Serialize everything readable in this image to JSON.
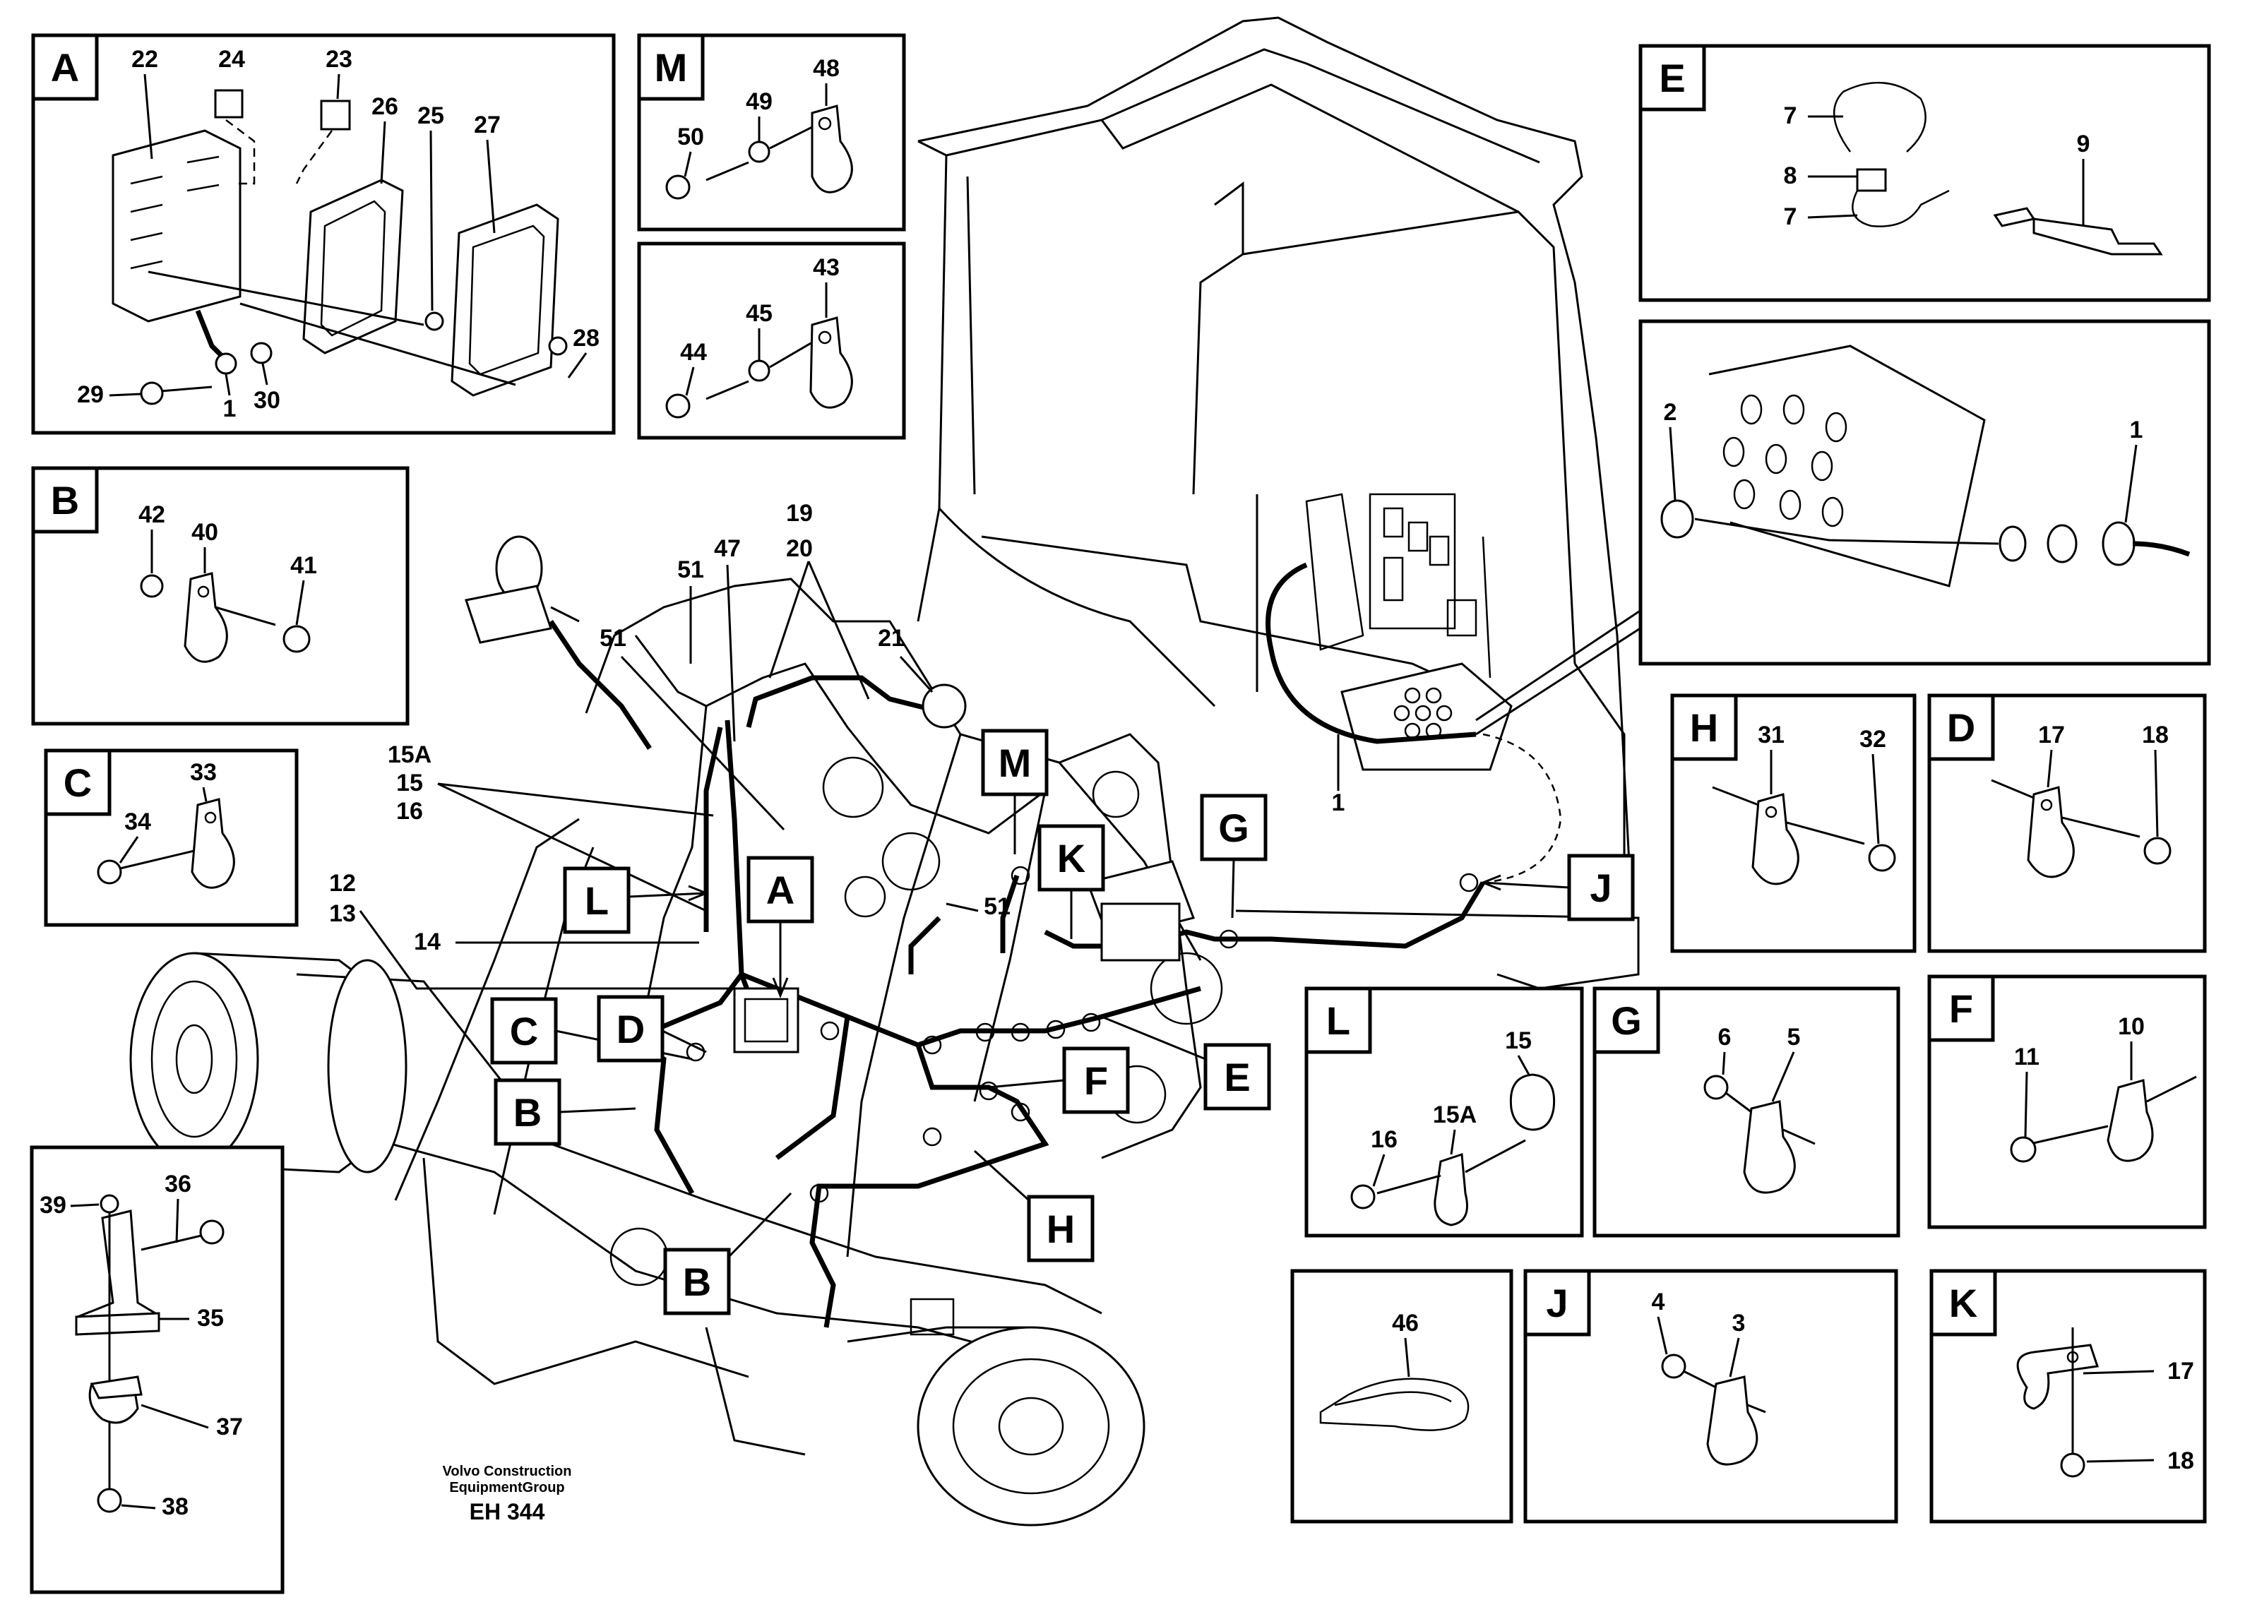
{
  "diagram": {
    "credit_line1": "Volvo Construction",
    "credit_line2": "EquipmentGroup",
    "drawing_code": "EH 344"
  },
  "insets": {
    "A": {
      "letter": "A",
      "parts": [
        "22",
        "24",
        "23",
        "26",
        "25",
        "27",
        "28",
        "29",
        "1",
        "30"
      ]
    },
    "M": {
      "letter": "M",
      "parts": [
        "48",
        "49",
        "50"
      ]
    },
    "N": {
      "parts": [
        "43",
        "45",
        "44"
      ]
    },
    "E": {
      "letter": "E",
      "parts": [
        "7",
        "8",
        "7",
        "9"
      ]
    },
    "P": {
      "parts": [
        "2",
        "1"
      ]
    },
    "B": {
      "letter": "B",
      "parts": [
        "42",
        "40",
        "41"
      ]
    },
    "C": {
      "letter": "C",
      "parts": [
        "33",
        "34"
      ]
    },
    "H": {
      "letter": "H",
      "parts": [
        "31",
        "32"
      ]
    },
    "D": {
      "letter": "D",
      "parts": [
        "17",
        "18"
      ]
    },
    "L": {
      "letter": "L",
      "parts": [
        "15",
        "15A",
        "16"
      ]
    },
    "G": {
      "letter": "G",
      "parts": [
        "6",
        "5"
      ]
    },
    "F": {
      "letter": "F",
      "parts": [
        "10",
        "11"
      ]
    },
    "S": {
      "parts": [
        "39",
        "36",
        "35",
        "37",
        "38"
      ]
    },
    "T": {
      "parts": [
        "46"
      ]
    },
    "J": {
      "letter": "J",
      "parts": [
        "4",
        "3"
      ]
    },
    "K": {
      "letter": "K",
      "parts": [
        "17",
        "18"
      ]
    }
  },
  "main": {
    "callouts": [
      "19",
      "20",
      "51",
      "47",
      "51",
      "21",
      "15A",
      "15",
      "16",
      "12",
      "13",
      "14",
      "51",
      "1"
    ],
    "tags": [
      "L",
      "A",
      "M",
      "K",
      "G",
      "J",
      "C",
      "D",
      "B",
      "F",
      "E",
      "B",
      "H"
    ]
  }
}
